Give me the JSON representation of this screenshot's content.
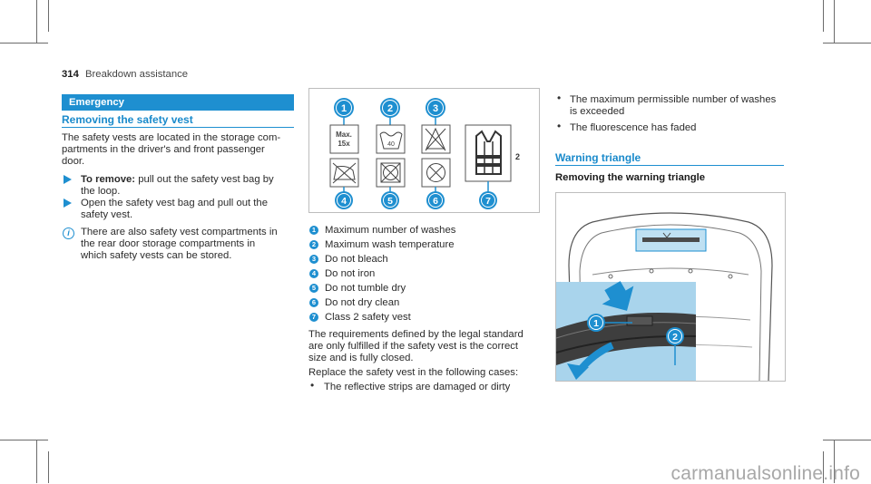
{
  "header": {
    "page_number": "314",
    "title": "Breakdown assistance"
  },
  "section_band": "Emergency",
  "left": {
    "heading": "Removing the safety vest",
    "intro": [
      "The safety vests are located in the storage com-",
      "partments in the driver's and front passenger",
      "door."
    ],
    "step1_bold": "To remove:",
    "step1_text": "pull out the safety vest bag by",
    "step1_line2": "the loop.",
    "step2": [
      "Open the safety vest bag and pull out the",
      "safety vest."
    ],
    "note": [
      "There are also safety vest compartments in",
      "the rear door storage compartments in",
      "which safety vests can be stored."
    ]
  },
  "figure1": {
    "callouts": [
      "1",
      "2",
      "3",
      "4",
      "5",
      "6",
      "7"
    ],
    "symbol_max": [
      "Max.",
      "15x"
    ],
    "wash_temp": "40",
    "vest_class": "2"
  },
  "legend": [
    {
      "n": "1",
      "text": "Maximum number of washes"
    },
    {
      "n": "2",
      "text": "Maximum wash temperature"
    },
    {
      "n": "3",
      "text": "Do not bleach"
    },
    {
      "n": "4",
      "text": "Do not iron"
    },
    {
      "n": "5",
      "text": "Do not tumble dry"
    },
    {
      "n": "6",
      "text": "Do not dry clean"
    },
    {
      "n": "7",
      "text": "Class 2 safety vest"
    }
  ],
  "middle": {
    "req": [
      "The requirements defined by the legal standard",
      "are only fulfilled if the safety vest is the correct",
      "size and is fully closed."
    ],
    "replace": "Replace the safety vest in the following cases:",
    "bullet1": "The reflective strips are damaged or dirty"
  },
  "right": {
    "bullet2": [
      "The maximum permissible number of washes",
      "is exceeded"
    ],
    "bullet3": "The fluorescence has faded",
    "heading": "Warning triangle",
    "subheading": "Removing the warning triangle",
    "fig_callouts": [
      "1",
      "2"
    ]
  },
  "watermark": "carmanualsonline.info",
  "colors": {
    "accent": "#1e8fd0",
    "text": "#2b2b2b"
  }
}
